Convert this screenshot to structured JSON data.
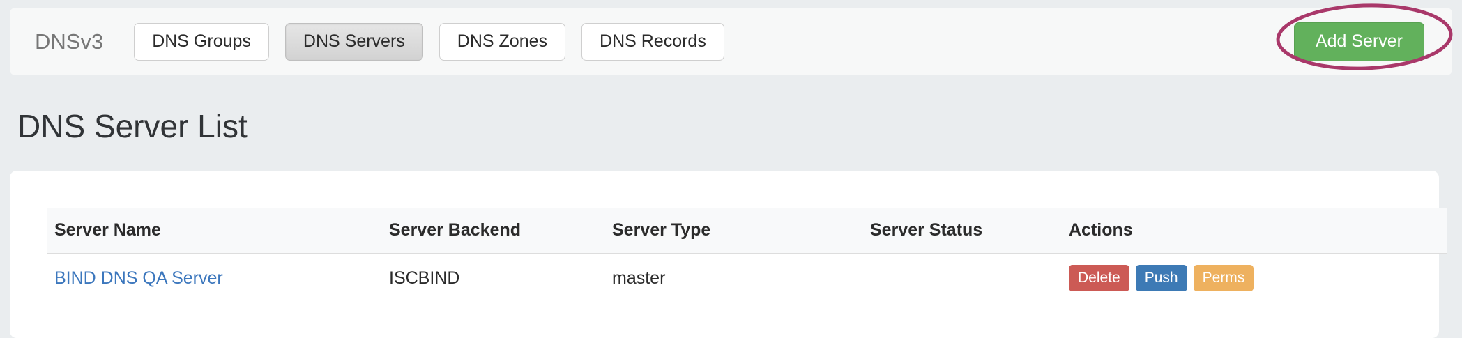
{
  "navbar": {
    "brand": "DNSv3",
    "tabs": [
      {
        "label": "DNS Groups",
        "active": false
      },
      {
        "label": "DNS Servers",
        "active": true
      },
      {
        "label": "DNS Zones",
        "active": false
      },
      {
        "label": "DNS Records",
        "active": false
      }
    ],
    "add_server_label": "Add Server",
    "add_server_color": "#62b15c"
  },
  "annotation": {
    "shape": "ellipse",
    "color": "#a9386a",
    "target": "Add Server"
  },
  "page": {
    "title": "DNS Server List",
    "background_color": "#eaedef"
  },
  "table": {
    "headers": [
      "Server Name",
      "Server Backend",
      "Server Type",
      "Server Status",
      "Actions"
    ],
    "rows": [
      {
        "server_name": "BIND DNS QA Server",
        "server_backend": "ISCBIND",
        "server_type": "master",
        "server_status": "",
        "actions": [
          {
            "label": "Delete",
            "color": "#cc5a55"
          },
          {
            "label": "Push",
            "color": "#3d7ab5"
          },
          {
            "label": "Perms",
            "color": "#eeb15f"
          }
        ]
      }
    ]
  }
}
